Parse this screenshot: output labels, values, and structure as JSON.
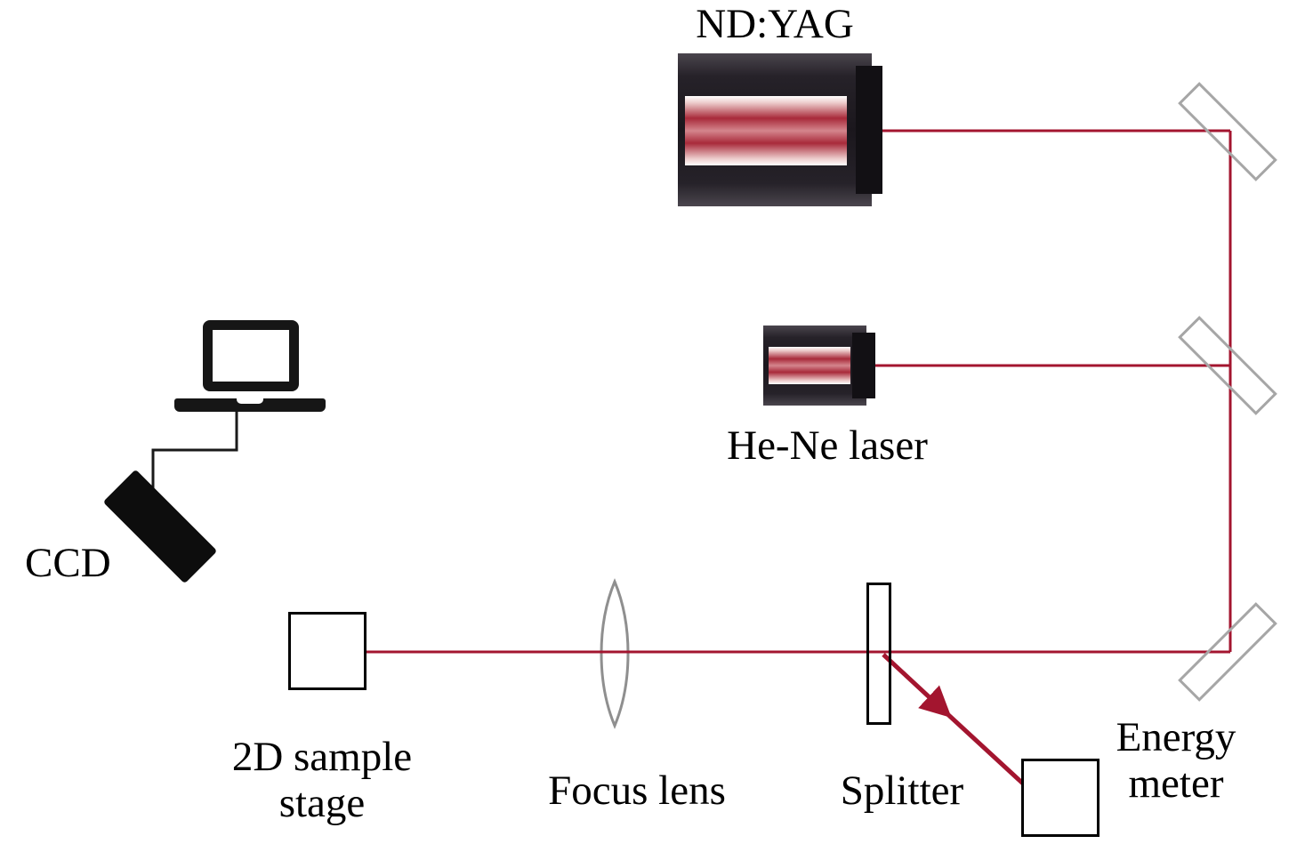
{
  "figure": {
    "type": "optical-experiment-setup-diagram",
    "labels": {
      "nd_yag": "ND:YAG",
      "he_ne_laser": "He-Ne laser",
      "ccd": "CCD",
      "sample_stage": [
        "2D sample",
        "stage"
      ],
      "focus_lens": "Focus lens",
      "splitter": "Splitter",
      "energy_meter": [
        "Energy",
        "meter"
      ]
    },
    "colors": {
      "beam": "#a3152f",
      "mirror_outline": "#a6a6a6",
      "laser_body": "#1b171d",
      "cable": "#1a1a1a",
      "outline": "#000000"
    },
    "icons": {
      "laptop": "laptop-icon",
      "ccd": "ccd-camera-icon",
      "mirror": "mirror-icon",
      "lens": "convex-lens-icon",
      "arrowhead": "beam-arrowhead-icon"
    }
  }
}
